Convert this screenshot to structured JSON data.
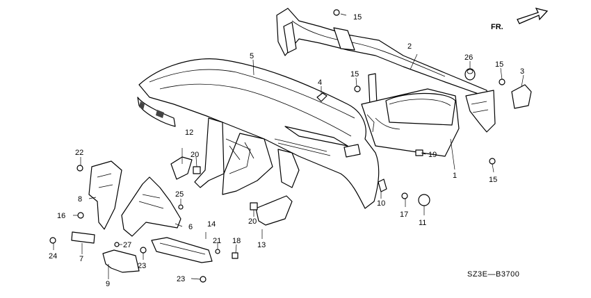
{
  "direction": {
    "label": "FR."
  },
  "diagram_code": "SZ3E—B3700",
  "callouts": {
    "c1": "1",
    "c2": "2",
    "c3": "3",
    "c4": "4",
    "c5": "5",
    "c6": "6",
    "c7": "7",
    "c8": "8",
    "c9": "9",
    "c10": "10",
    "c11": "11",
    "c12": "12",
    "c13": "13",
    "c14": "14",
    "c15a": "15",
    "c15b": "15",
    "c15c": "15",
    "c15d": "15",
    "c16": "16",
    "c17": "17",
    "c18": "18",
    "c19": "19",
    "c20a": "20",
    "c20b": "20",
    "c21": "21",
    "c22": "22",
    "c23a": "23",
    "c23b": "23",
    "c24": "24",
    "c25": "25",
    "c26": "26",
    "c27": "27"
  }
}
